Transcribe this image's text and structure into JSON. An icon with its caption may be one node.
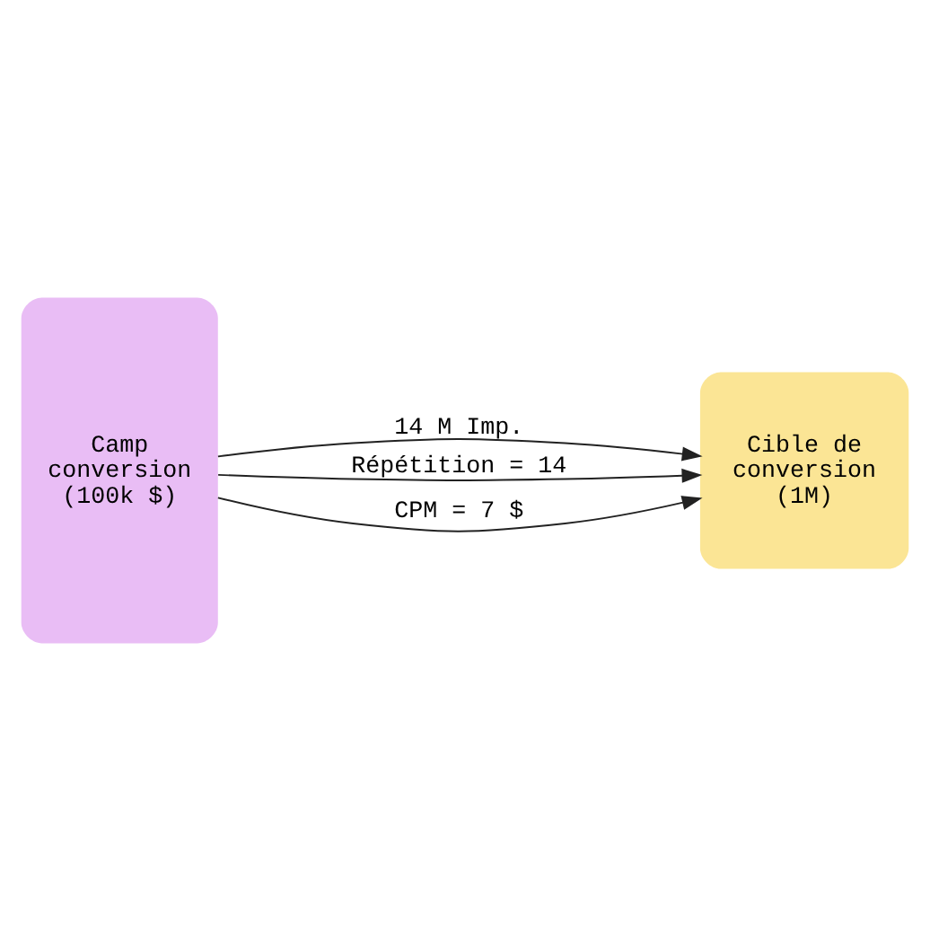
{
  "diagram": {
    "nodes": [
      {
        "text": [
          "Camp conversion (100k $)"
        ]
      },
      {
        "text": [
          "Cible de conversion (1M)"
        ]
      }
    ],
    "edges": [
      {
        "from": 0,
        "to": 1,
        "arrow": "to",
        "label": "14 M Imp."
      },
      {
        "from": 0,
        "to": 1,
        "arrow": "to",
        "label": "Répétition = 14"
      },
      {
        "from": 0,
        "to": 1,
        "arrow": "to",
        "label": "CPM = 7 $"
      }
    ]
  }
}
